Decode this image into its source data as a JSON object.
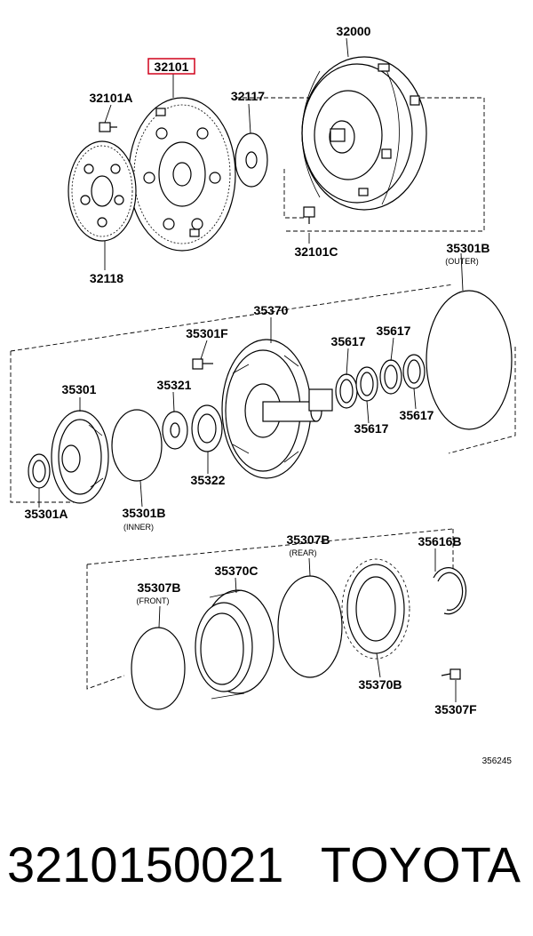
{
  "labels": {
    "torque_converter": "32000",
    "drive_plate": "32101",
    "bolt_a": "32101A",
    "spacer": "32117",
    "bolt_c": "32101C",
    "rear_plate": "32118",
    "oring_outer": "35301B",
    "oring_outer_sub": "(OUTER)",
    "oil_pump": "35370",
    "bolt_f": "35301F",
    "ring_1": "35617",
    "ring_2": "35617",
    "ring_3": "35617",
    "ring_4": "35617",
    "pump_body": "35301",
    "driven_gear": "35321",
    "drive_gear": "35322",
    "oil_seal": "35301A",
    "oring_inner": "35301B",
    "oring_inner_sub": "(INNER)",
    "oring_rear": "35307B",
    "oring_rear_sub": "(REAR)",
    "snap_ring": "35616B",
    "stator_support": "35370C",
    "oring_front": "35307B",
    "oring_front_sub": "(FRONT)",
    "clutch_hub": "35370B",
    "bolt_pf": "35307F"
  },
  "highlight_color": "#d0021b",
  "diagram_ref": "356245",
  "caption": {
    "part_number": "3210150021",
    "brand": "TOYOTA"
  }
}
